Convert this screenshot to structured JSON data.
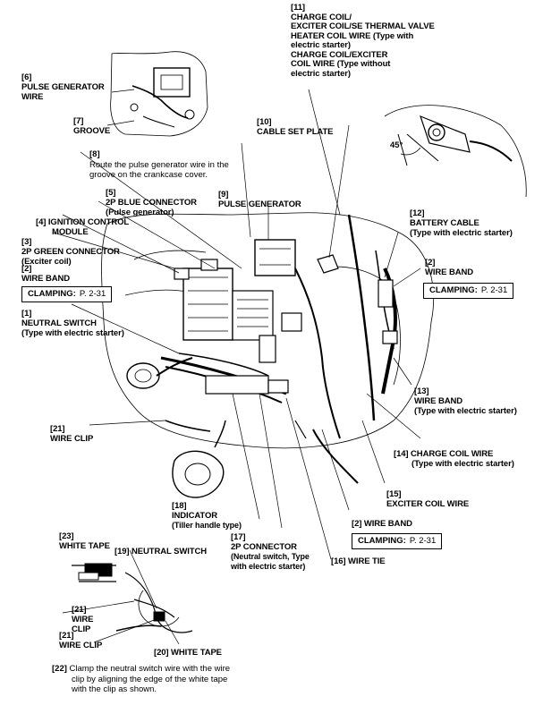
{
  "labels": {
    "l6": {
      "num": "[6]",
      "lines": [
        "PULSE GENERATOR",
        "WIRE"
      ]
    },
    "l7": {
      "num": "[7]",
      "lines": [
        "GROOVE"
      ]
    },
    "l8": {
      "num": "[8]",
      "lines": [
        "Route the pulse generator wire in the",
        "groove on the crankcase cover."
      ]
    },
    "l10": {
      "num": "[10]",
      "lines": [
        "CABLE SET PLATE"
      ]
    },
    "l11": {
      "num": "[11]",
      "lines": [
        "CHARGE COIL/",
        "EXCITER COIL/SE THERMAL VALVE",
        "HEATER COIL WIRE (Type with",
        "electric starter)",
        "CHARGE COIL/EXCITER",
        "COIL WIRE (Type without",
        "electric starter)"
      ]
    },
    "l5": {
      "num": "[5]",
      "lines": [
        "2P BLUE CONNECTOR",
        "(Pulse generator)"
      ]
    },
    "l9": {
      "num": "[9]",
      "lines": [
        "PULSE GENERATOR"
      ]
    },
    "l4": {
      "num": "[4]",
      "lines": [
        "IGNITION CONTROL",
        "MODULE"
      ]
    },
    "l3": {
      "num": "[3]",
      "lines": [
        "2P GREEN CONNECTOR",
        "(Exciter coil)"
      ]
    },
    "l2a": {
      "num": "[2]",
      "lines": [
        "WIRE BAND"
      ]
    },
    "l12": {
      "num": "[12]",
      "lines": [
        "BATTERY CABLE",
        "(Type with electric starter)"
      ]
    },
    "l2b": {
      "num": "[2]",
      "lines": [
        "WIRE BAND"
      ]
    },
    "l1": {
      "num": "[1]",
      "lines": [
        "NEUTRAL SWITCH",
        "(Type with electric starter)"
      ]
    },
    "l13": {
      "num": "[13]",
      "lines": [
        "WIRE BAND",
        "(Type with electric starter)"
      ]
    },
    "l21a": {
      "num": "[21]",
      "lines": [
        "WIRE CLIP"
      ]
    },
    "l14": {
      "num": "[14]",
      "lines": [
        "CHARGE COIL WIRE",
        "(Type with electric starter)"
      ]
    },
    "l15": {
      "num": "[15]",
      "lines": [
        "EXCITER COIL WIRE"
      ]
    },
    "l18": {
      "num": "[18]",
      "lines": [
        "INDICATOR",
        "(Tiller handle type)"
      ]
    },
    "l2c": {
      "num": "[2]",
      "lines": [
        "WIRE BAND"
      ]
    },
    "l23": {
      "num": "[23]",
      "lines": [
        "WHITE TAPE"
      ]
    },
    "l19": {
      "num": "[19]",
      "lines": [
        "NEUTRAL SWITCH"
      ]
    },
    "l17": {
      "num": "[17]",
      "lines": [
        "2P CONNECTOR",
        "(Neutral switch, Type",
        "with electric starter)"
      ]
    },
    "l16": {
      "num": "[16]",
      "lines": [
        "WIRE TIE"
      ]
    },
    "l21b": {
      "num": "[21]",
      "lines": [
        "WIRE",
        "CLIP"
      ]
    },
    "l21c": {
      "num": "[21]",
      "lines": [
        "WIRE CLIP"
      ]
    },
    "l20": {
      "num": "[20]",
      "lines": [
        "WHITE TAPE"
      ]
    },
    "l22": {
      "num": "[22]",
      "lines": [
        "Clamp the neutral switch wire with the wire",
        "clip by aligning the edge of the white tape",
        "with the clip as shown."
      ]
    }
  },
  "clamping": {
    "label": "CLAMPING:",
    "page": "P. 2-31"
  },
  "angle": "45°"
}
